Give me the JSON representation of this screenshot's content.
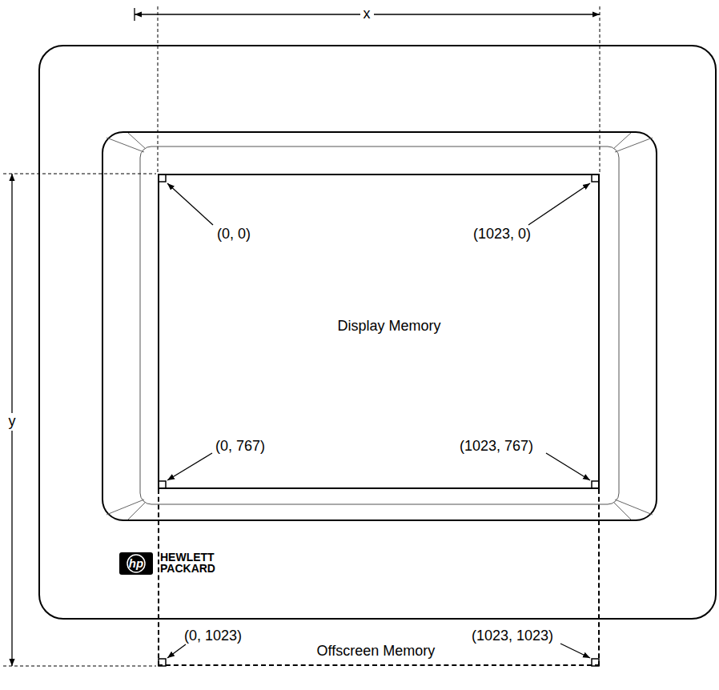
{
  "diagram": {
    "nodes": [
      {
        "text": [
          "Display Memory"
        ]
      },
      {
        "text": [
          "Offscreen Memory"
        ]
      }
    ],
    "labels": [
      "x",
      "y",
      "(0, 0)",
      "(1023, 0)",
      "(0, 767)",
      "(1023, 767)",
      "(0, 1023)",
      "(1023, 1023)",
      "hp",
      "HEWLETT PACKARD"
    ]
  }
}
